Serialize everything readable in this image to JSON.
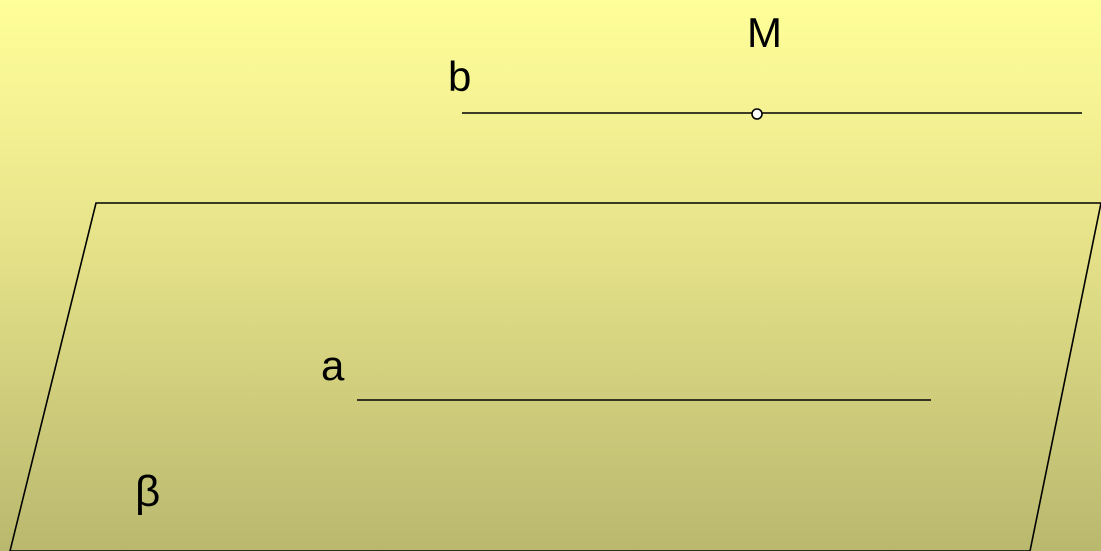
{
  "diagram": {
    "point_label": "M",
    "line_b_label": "b",
    "line_a_label": "a",
    "plane_label": "β"
  },
  "colors": {
    "stroke": "#000000",
    "point_fill": "#ffffff"
  }
}
